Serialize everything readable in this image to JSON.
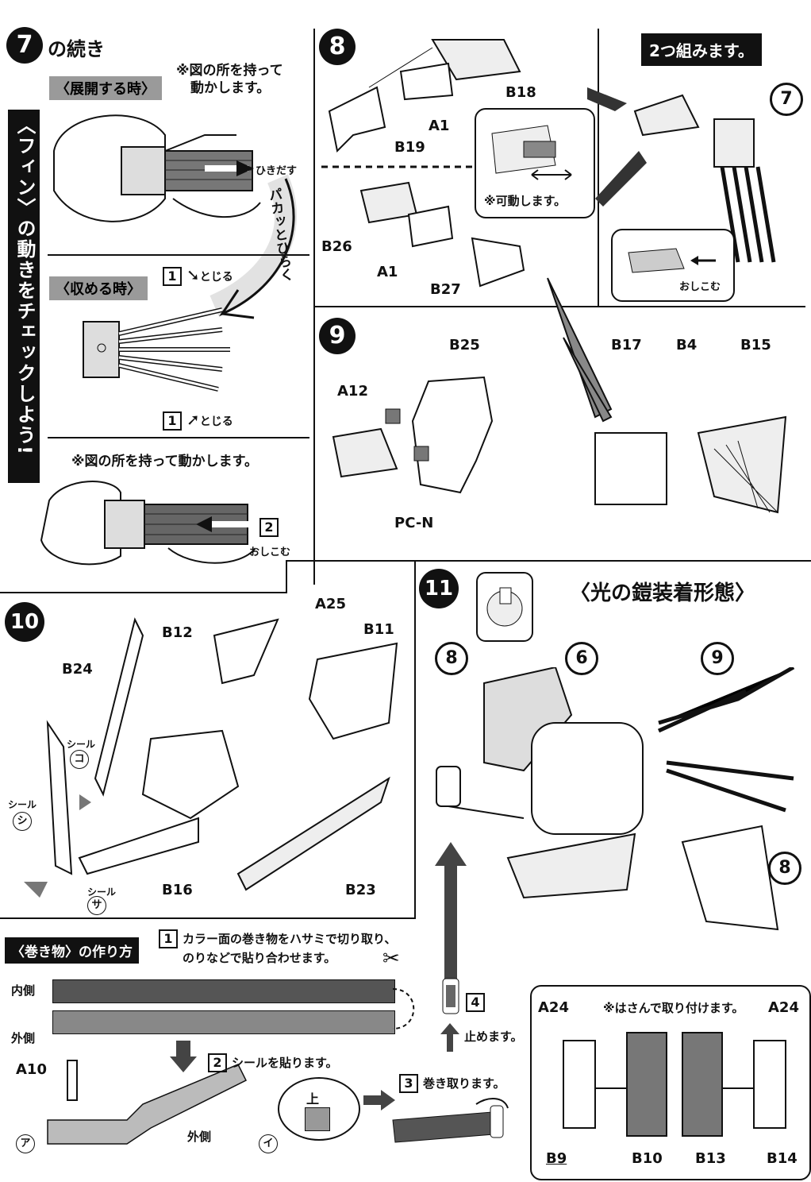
{
  "step7": {
    "num": "7",
    "title": "の続き",
    "expand_tag": "〈展開する時〉",
    "note1_line1": "※図の所を持って",
    "note1_line2": "動かします。",
    "pull": "ひきだす",
    "vertical_banner": "〈フィン〉の動きをチェックしよう!",
    "open_arrow": "パカッとひらく",
    "store_tag": "〈収める時〉",
    "step1a": "1",
    "close1": "とじる",
    "step1b": "1",
    "close2": "とじる",
    "note2": "※図の所を持って動かします。",
    "step2": "2",
    "push": "おしこむ"
  },
  "step8": {
    "num": "8",
    "labels": {
      "b18": "B18",
      "a1a": "A1",
      "b19": "B19",
      "b26": "B26",
      "a1b": "A1",
      "b27": "B27"
    },
    "movable": "※可動します。",
    "combine": "2つ組みます。",
    "ref7": "7",
    "push": "おしこむ"
  },
  "step9": {
    "num": "9",
    "labels": {
      "b25": "B25",
      "a12": "A12",
      "pcn": "PC-N",
      "b17": "B17",
      "b4": "B4",
      "b15": "B15"
    }
  },
  "step10": {
    "num": "10",
    "labels": {
      "a25": "A25",
      "b12": "B12",
      "b11": "B11",
      "b24": "B24",
      "b16": "B16",
      "b23": "B23"
    },
    "seal": "シール",
    "seal_ko": "コ",
    "seal_shi": "シ",
    "seal_sa": "サ"
  },
  "step11": {
    "num": "11",
    "title": "〈光の鎧装着形態〉",
    "refs": {
      "r8a": "8",
      "r6": "6",
      "r9": "9",
      "r8b": "8"
    },
    "sandwich_note": "※はさんで取り付けます。",
    "labels": {
      "a24a": "A24",
      "a24b": "A24",
      "b9": "B9",
      "b10": "B10",
      "b13": "B13",
      "b14": "B14"
    }
  },
  "scroll": {
    "title": "〈巻き物〉の作り方",
    "s1num": "1",
    "s1_line1": "カラー面の巻き物をハサミで切り取り、",
    "s1_line2": "のりなどで貼り合わせます。",
    "inner": "内側",
    "outer": "外側",
    "a10": "A10",
    "s2num": "2",
    "s2": "シールを貼ります。",
    "up": "上",
    "mark_a": "ア",
    "mark_i": "イ",
    "outer2": "外側",
    "s3num": "3",
    "s3": "巻き取ります。",
    "s4num": "4",
    "s4": "止めます。"
  }
}
